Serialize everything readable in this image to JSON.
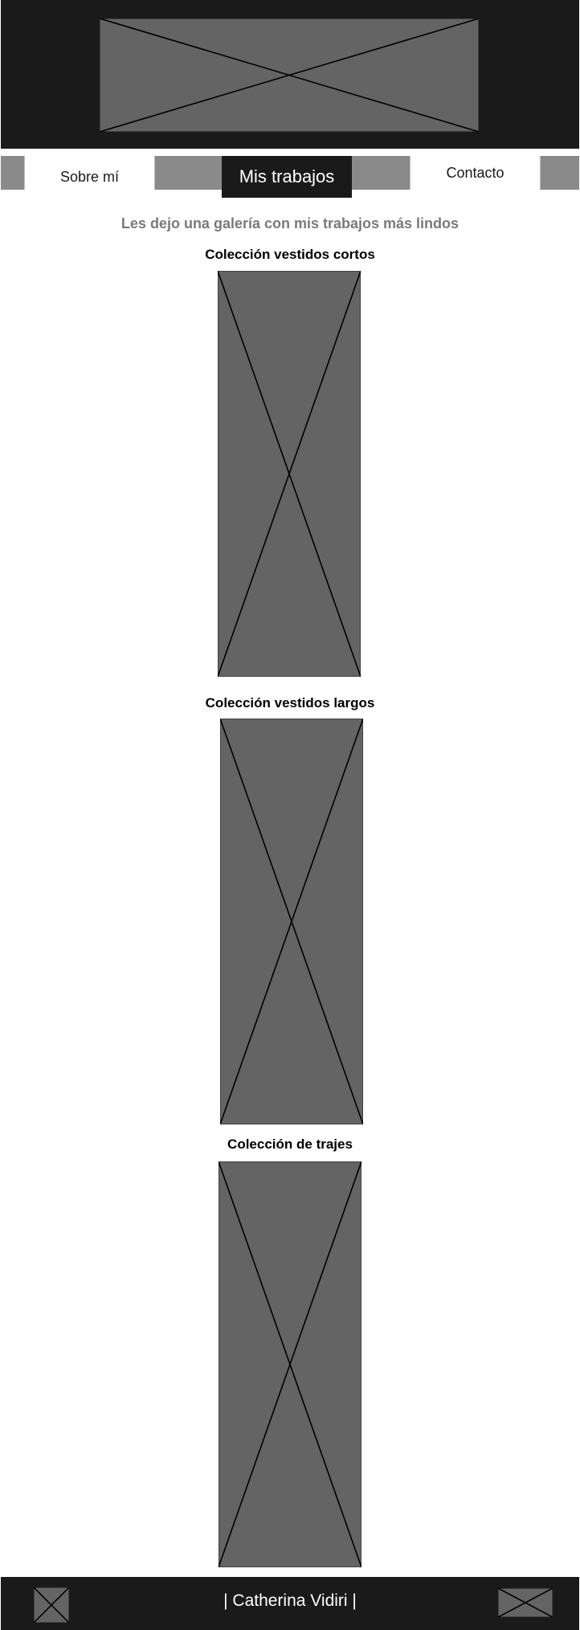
{
  "nav": {
    "items": [
      {
        "label": "Sobre mí"
      },
      {
        "label": "Mis trabajos",
        "active": true
      },
      {
        "label": "Contacto"
      }
    ]
  },
  "main": {
    "intro": "Les dejo una galería con mis trabajos más lindos",
    "sections": [
      {
        "title": "Colección vestidos cortos"
      },
      {
        "title": "Colección vestidos largos"
      },
      {
        "title": "Colección de trajes"
      }
    ]
  },
  "footer": {
    "text": "| Catherina Vidiri |"
  },
  "colors": {
    "dark": "#1a1a1a",
    "placeholder": "#646464",
    "nav_strip": "#8a8a8a",
    "intro_text": "#7a7a7a"
  },
  "icons": {
    "header": "image-placeholder-icon",
    "footer_left": "image-placeholder-icon",
    "footer_right": "image-placeholder-icon"
  }
}
